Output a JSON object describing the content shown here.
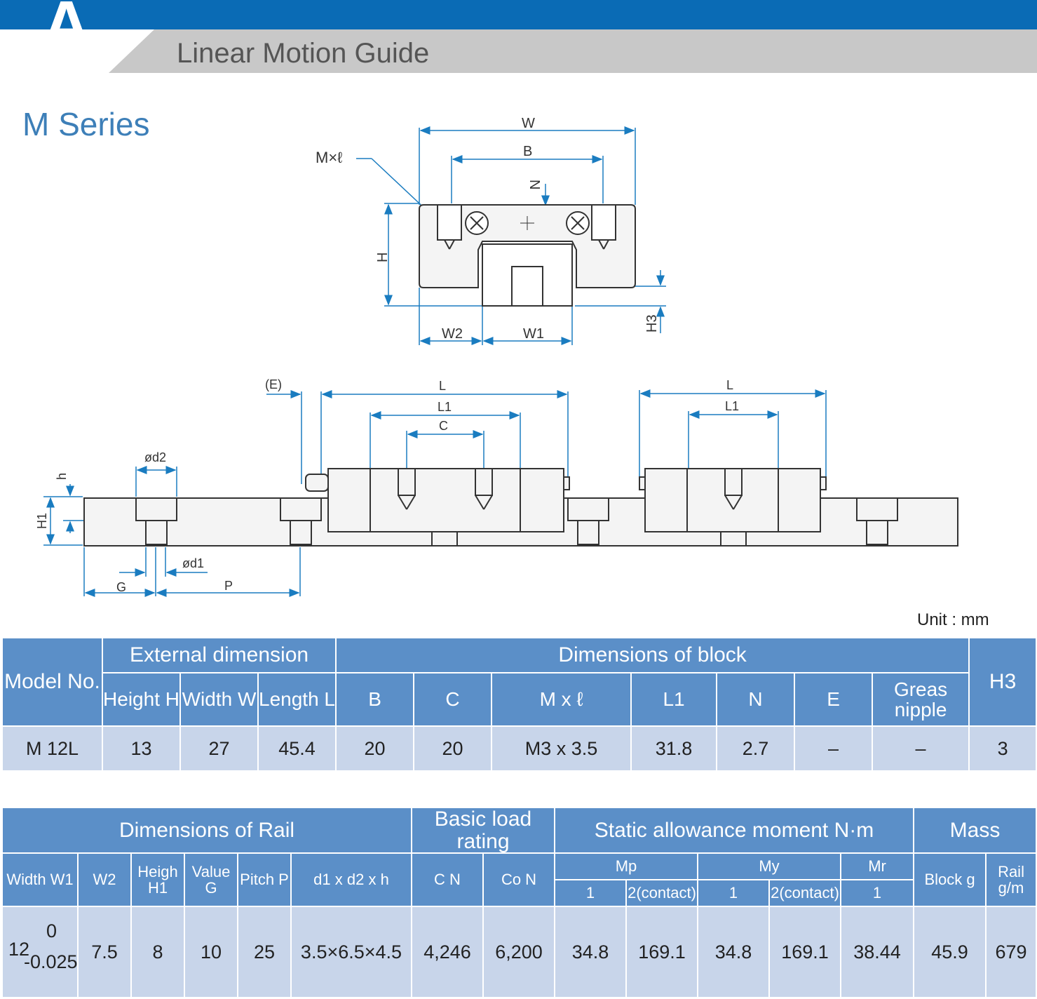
{
  "header": {
    "section_letter": "A",
    "section_title": "Linear Motion Guide",
    "series_title": "M Series",
    "band_color": "#0a6bb5"
  },
  "drawing_labels": {
    "w": "W",
    "b": "B",
    "n": "N",
    "mxl": "M×ℓ",
    "h_big": "H",
    "h3": "H3",
    "w2": "W2",
    "w1": "W1",
    "e": "(E)",
    "l": "L",
    "l1": "L1",
    "c": "C",
    "h_small": "h",
    "h1": "H1",
    "d2": "ød2",
    "d1": "ød1",
    "g": "G",
    "p": "P"
  },
  "unit": "Unit : mm",
  "block_table": {
    "model_header": "Model No.",
    "external_header": "External dimension",
    "block_header": "Dimensions of block",
    "h3_header": "H3",
    "columns": [
      "Height H",
      "Width W",
      "Length L",
      "B",
      "C",
      "M x ℓ",
      "L1",
      "N",
      "E",
      "Greas nipple"
    ],
    "row": [
      "M 12L",
      "13",
      "27",
      "45.4",
      "20",
      "20",
      "M3 x 3.5",
      "31.8",
      "2.7",
      "–",
      "–",
      "3"
    ]
  },
  "rail_table": {
    "rail_header": "Dimensions of Rail",
    "load_header": "Basic load rating",
    "moment_header": "Static allowance moment N·m",
    "mass_header": "Mass",
    "rail_columns": [
      "Width W1",
      "W2",
      "Heigh H1",
      "Value G",
      "Pitch P",
      "d1 x d2 x h"
    ],
    "load_columns": [
      "C N",
      "Co N"
    ],
    "moment_groups": [
      "Mp",
      "My",
      "Mr"
    ],
    "moment_sub": [
      "1",
      "2(contact)",
      "1",
      "2(contact)",
      "1"
    ],
    "mass_columns": [
      "Block g",
      "Rail g/m"
    ],
    "width_nominal": "12",
    "width_upper": "0",
    "width_lower": "-0.025",
    "row": [
      "7.5",
      "8",
      "10",
      "25",
      "3.5×6.5×4.5",
      "4,246",
      "6,200",
      "34.8",
      "169.1",
      "34.8",
      "169.1",
      "38.44",
      "45.9",
      "679"
    ]
  }
}
